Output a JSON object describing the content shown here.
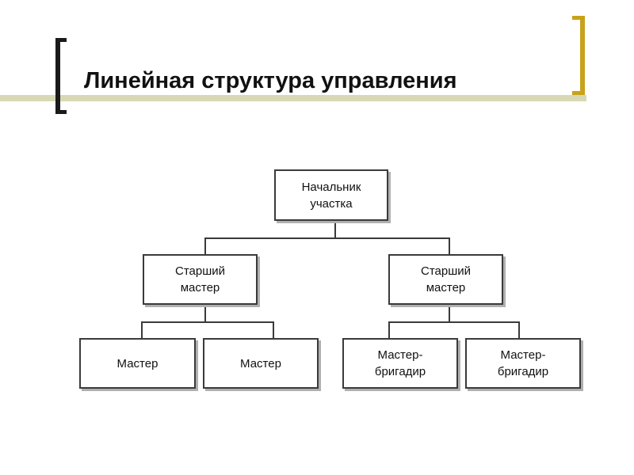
{
  "slide": {
    "title": "Линейная структура управления",
    "accent_color": "#c8a21a",
    "bracket_color": "#1a1a1a",
    "band_color": "#d8d8b4"
  },
  "org_chart": {
    "root": {
      "label": "Начальник\nучастка"
    },
    "level2": [
      {
        "label": "Старший\nмастер"
      },
      {
        "label": "Старший\nмастер"
      }
    ],
    "level3": [
      {
        "label": "Мастер"
      },
      {
        "label": "Мастер"
      },
      {
        "label": "Мастер-\nбригадир"
      },
      {
        "label": "Мастер-\nбригадир"
      }
    ]
  }
}
